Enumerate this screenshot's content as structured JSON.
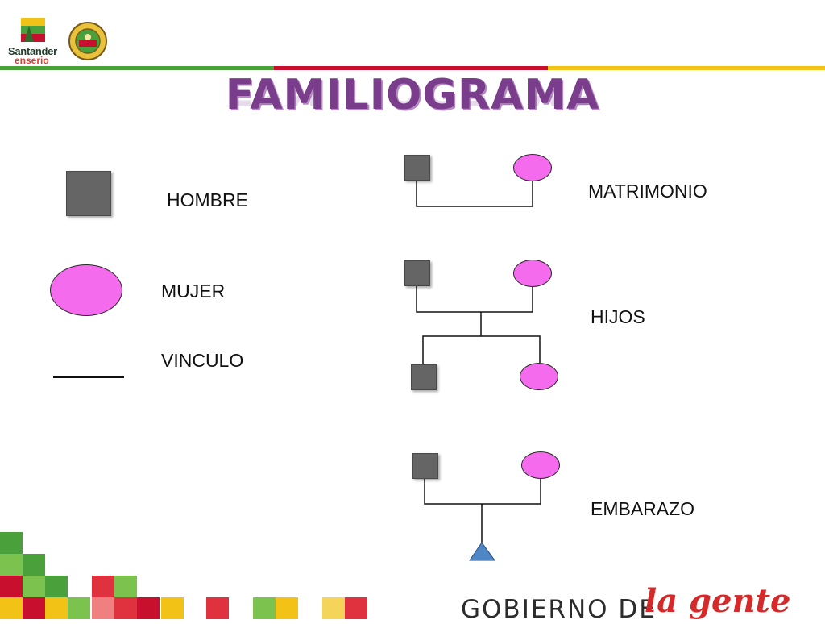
{
  "header": {
    "logo_line1": "Santander",
    "logo_line2": "enserio"
  },
  "title": "FAMILIOGRAMA",
  "legend": {
    "hombre": "HOMBRE",
    "mujer": "MUJER",
    "vinculo": "VINCULO"
  },
  "relations": {
    "matrimonio": "MATRIMONIO",
    "hijos": "HIJOS",
    "embarazo": "EMBARAZO"
  },
  "footer": {
    "gobierno": "GOBIERNO DE",
    "gente": "la gente"
  },
  "colors": {
    "male": "#656565",
    "female": "#f56bed",
    "pregnancy": "#4f86c6",
    "title": "#7a3d8c",
    "stripe_green": "#4aa13b",
    "stripe_red": "#c8102e",
    "stripe_yellow": "#f2c316"
  }
}
